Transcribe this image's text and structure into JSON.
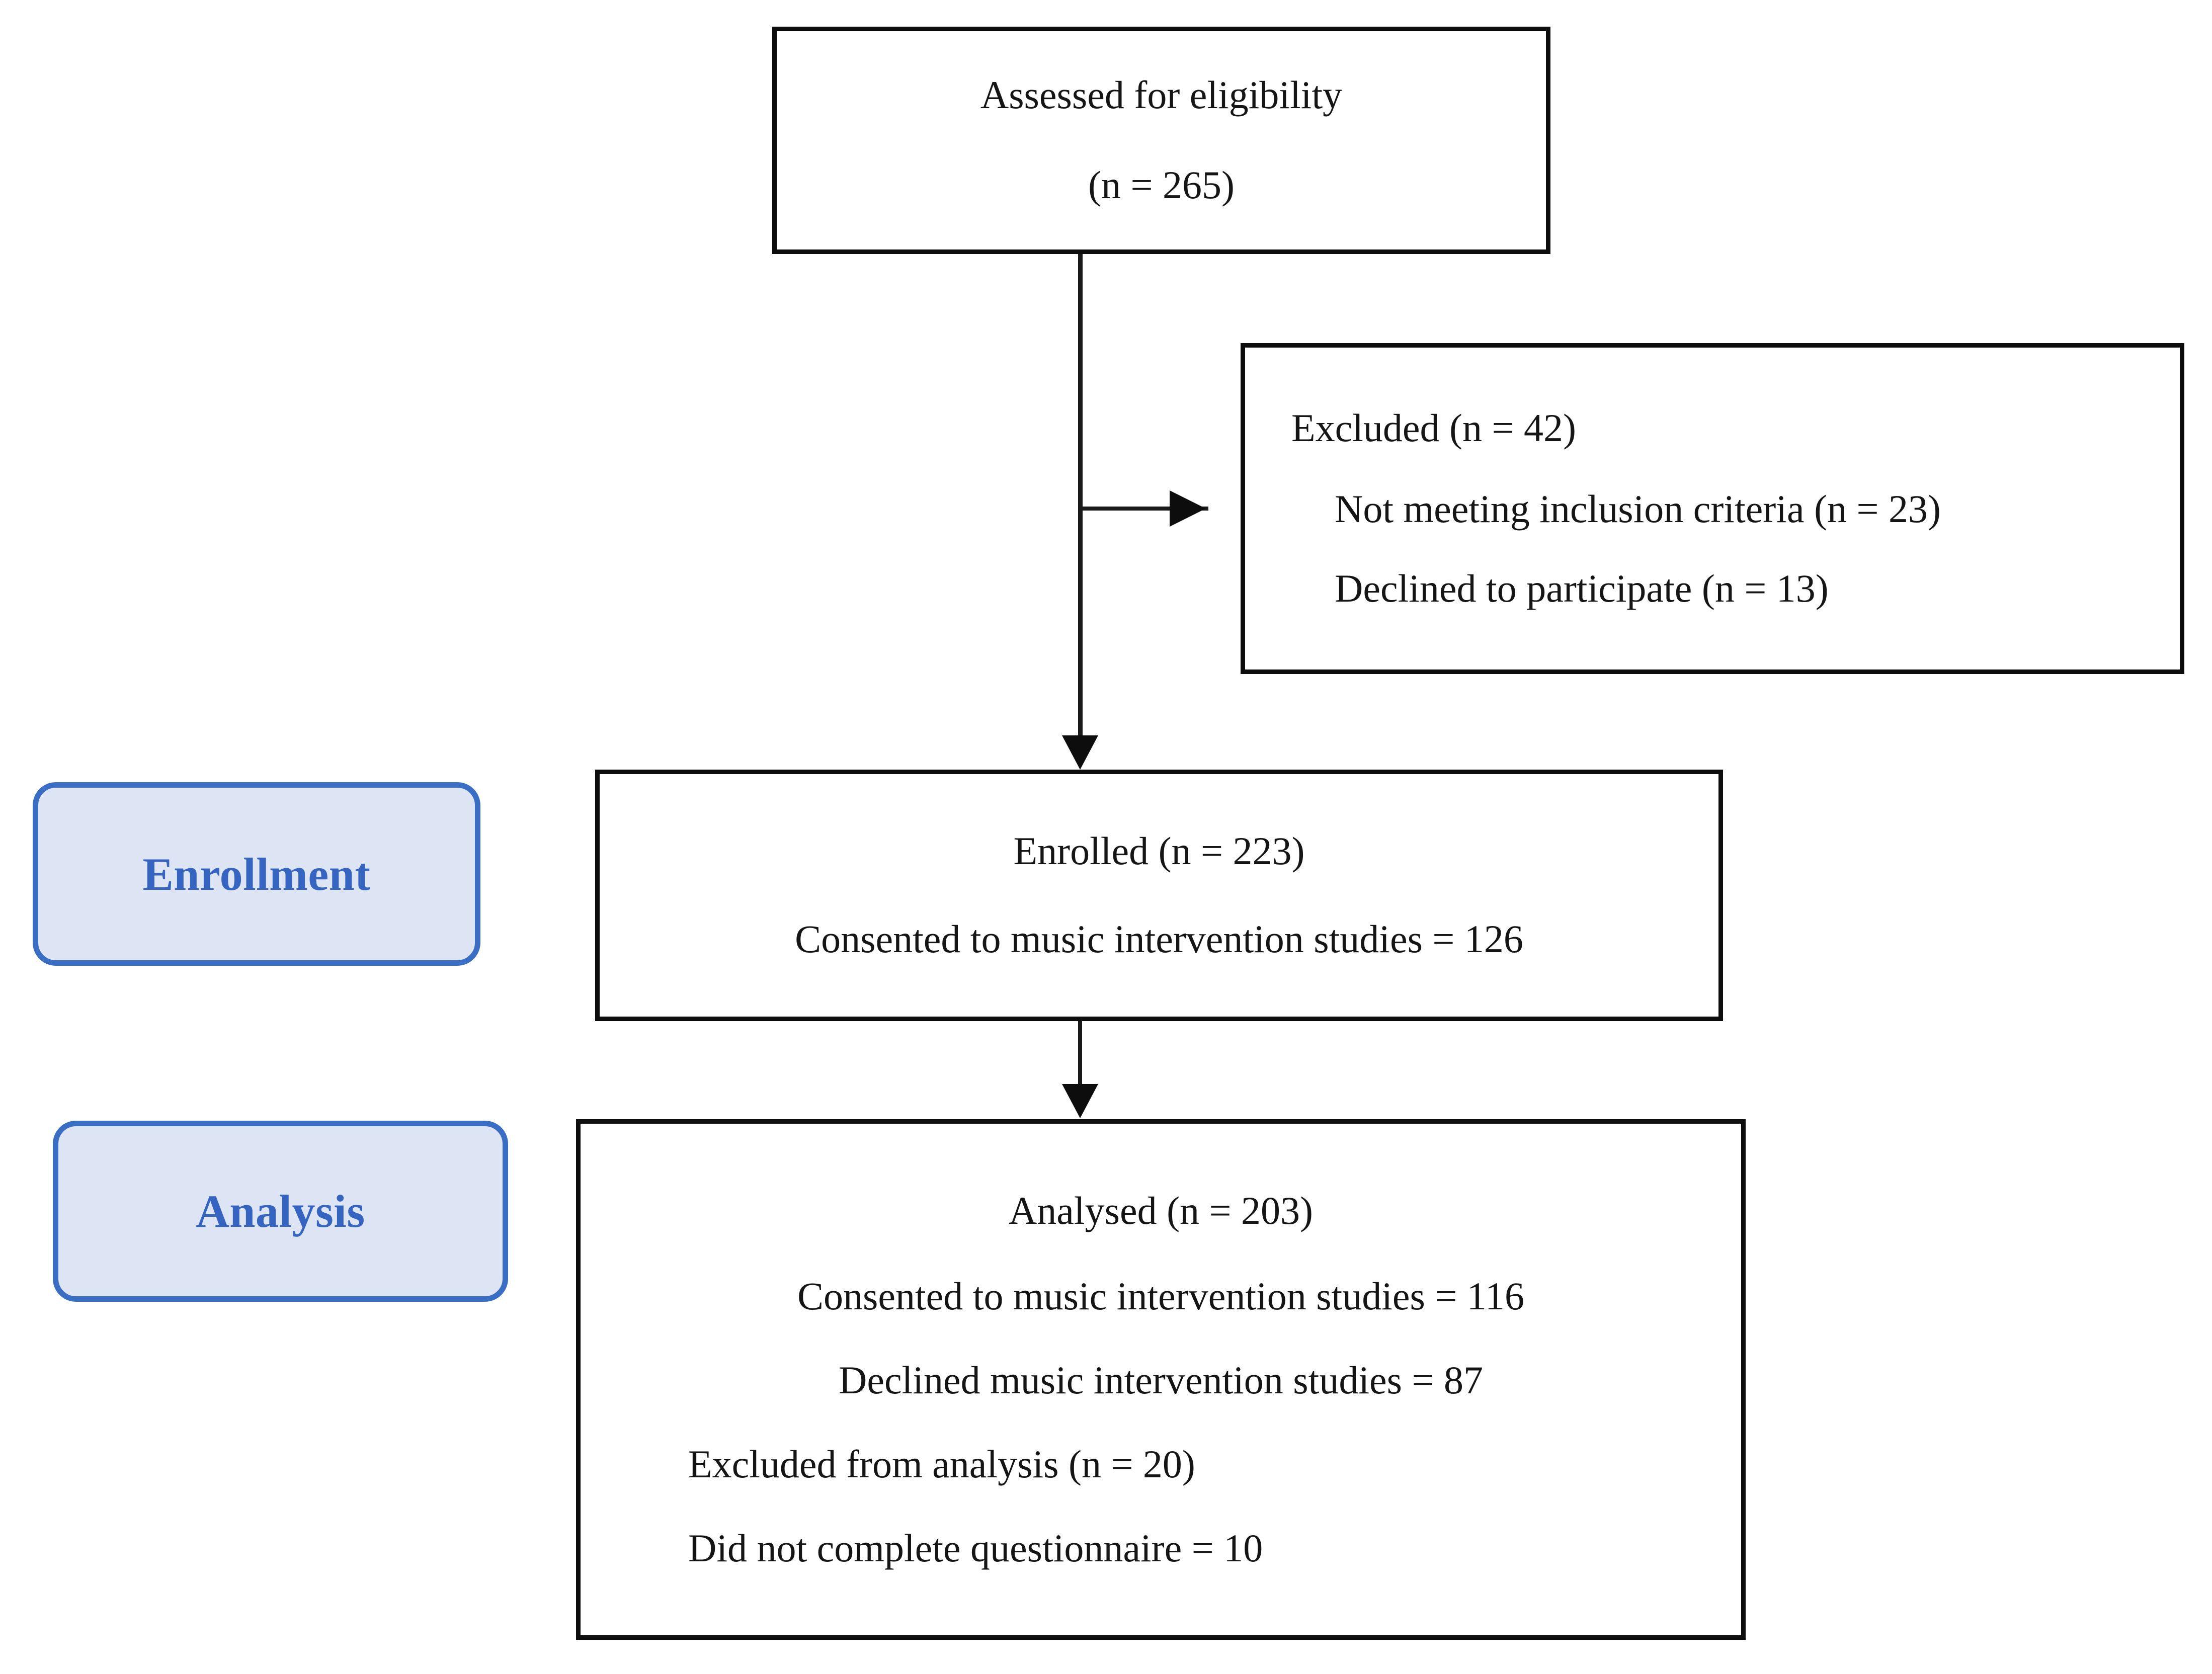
{
  "diagram": {
    "title": "CONSORT participant flow diagram",
    "accent_color": "#3565c0",
    "badge_fill_color": "#dde5f4",
    "badge_border_color": "#3a6ec4",
    "box_border_color": "#0d0d0d",
    "text_color": "#151515"
  },
  "boxes": {
    "eligibility": {
      "name": "Assessed for eligibility",
      "lines": [
        "Assessed for eligibility",
        "(n = 265)"
      ],
      "count_label": "n = 265",
      "count": 265
    },
    "excluded": {
      "name": "Excluded",
      "lines": [
        "Excluded (n = 42)",
        "Not meeting inclusion criteria (n = 23)",
        "Declined to participate (n = 13)"
      ],
      "count_label": "n = 42",
      "count": 42,
      "reasons": [
        {
          "label": "Not meeting inclusion criteria",
          "count_label": "n = 23",
          "count": 23
        },
        {
          "label": "Declined to participate",
          "count_label": "n = 13",
          "count": 13
        }
      ]
    },
    "enrolled": {
      "name": "Enrolled",
      "lines": [
        "Enrolled (n = 223)",
        "Consented to music intervention studies = 126"
      ],
      "count_label": "n = 223",
      "count": 223,
      "details": [
        {
          "label": "Consented to music intervention studies",
          "count": 126
        }
      ]
    },
    "analysed": {
      "name": "Analysed",
      "lines": [
        "Analysed (n = 203)",
        "Consented to music intervention studies = 116",
        "Declined music intervention studies = 87",
        "Excluded from analysis (n = 20)",
        "Did not complete questionnaire = 10"
      ],
      "count_label": "n = 203",
      "count": 203,
      "details": [
        {
          "label": "Consented to music intervention studies",
          "count": 116
        },
        {
          "label": "Declined music intervention studies",
          "count": 87
        },
        {
          "label": "Excluded from analysis",
          "count": 20
        },
        {
          "label": "Did not complete questionnaire",
          "count": 10
        }
      ]
    }
  },
  "stages": [
    {
      "key": "enrollment",
      "label": "Enrollment"
    },
    {
      "key": "analysis",
      "label": "Analysis"
    }
  ],
  "connectors": [
    {
      "name": "eligibility-to-enrolled",
      "type": "arrow-down"
    },
    {
      "name": "eligibility-to-excluded",
      "type": "arrow-right"
    },
    {
      "name": "enrolled-to-analysed",
      "type": "arrow-down"
    }
  ]
}
